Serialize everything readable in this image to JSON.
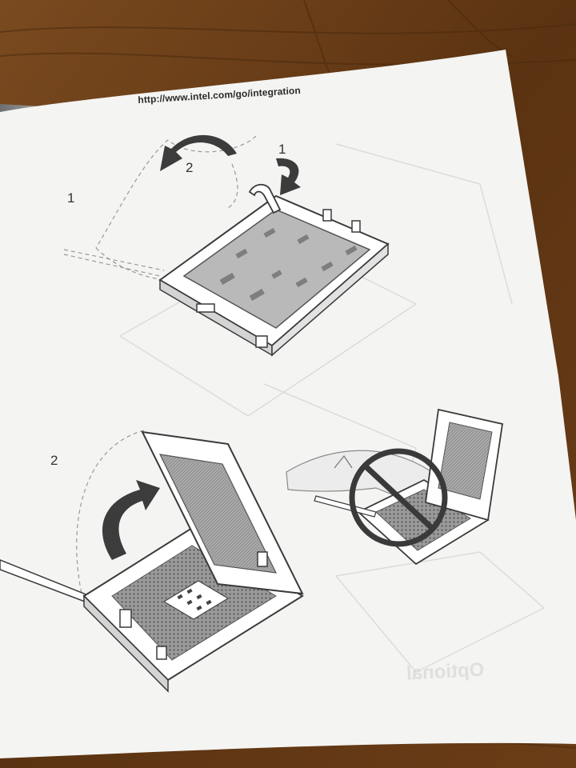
{
  "page": {
    "url_text": "http://www.intel.com/go/integration",
    "step_top_label": "1",
    "step_bottom_label": "2",
    "arrow_label_1": "1",
    "arrow_label_2": "2",
    "bleed_through_text": "Optional"
  },
  "colors": {
    "wood": "#6b3d17",
    "paper": "#f4f4f2",
    "ink": "#333333",
    "plate_gray": "#b9b9b9",
    "arrow_dark": "#3c3c3c",
    "hand_gray": "#cfcfcf"
  },
  "icons": [
    "curved-arrow-icon",
    "no-symbol-icon",
    "cpu-socket-icon"
  ]
}
